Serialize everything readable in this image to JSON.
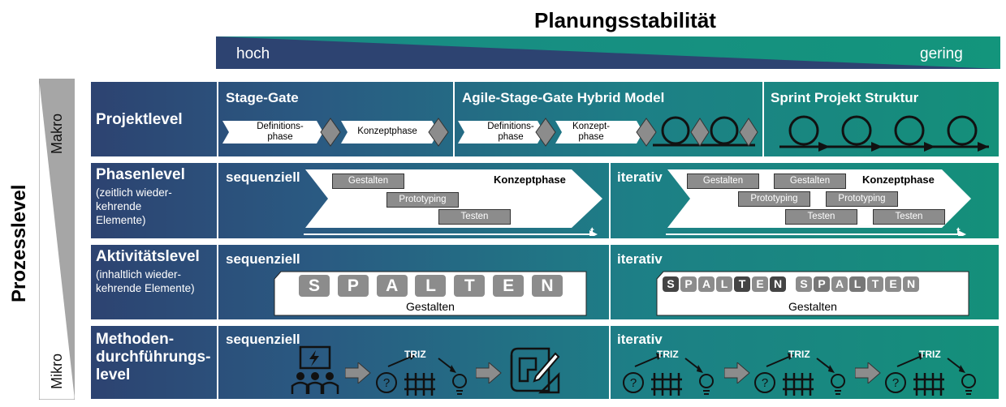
{
  "title": "Planungsstabilität",
  "stability": {
    "left": "hoch",
    "right": "gering"
  },
  "axis": {
    "process_label": "Prozesslevel",
    "top": "Makro",
    "bottom": "Mikro"
  },
  "rows": {
    "project": {
      "label": "Projektlevel",
      "cells": [
        {
          "title": "Stage-Gate",
          "phase1": "Definitions-\nphase",
          "phase2": "Konzeptphase"
        },
        {
          "title": "Agile-Stage-Gate Hybrid Model",
          "phase1": "Definitions-\nphase",
          "phase2": "Konzept-\nphase"
        },
        {
          "title": "Sprint Projekt Struktur"
        }
      ]
    },
    "phase": {
      "label": "Phasenlevel",
      "sub": "(zeitlich wieder-\nkehrende\nElemente)",
      "left": {
        "mode": "sequenziell",
        "phase": "Konzeptphase",
        "boxes": [
          "Gestalten",
          "Prototyping",
          "Testen"
        ],
        "axis": "t"
      },
      "right": {
        "mode": "iterativ",
        "phase": "Konzeptphase",
        "boxes": [
          "Gestalten",
          "Gestalten",
          "Prototyping",
          "Prototyping",
          "Testen",
          "Testen"
        ],
        "axis": "t"
      }
    },
    "activity": {
      "label": "Aktivitätslevel",
      "sub": "(inhaltlich wieder-\nkehrende Elemente)",
      "left": {
        "mode": "sequenziell",
        "letters": [
          "S",
          "P",
          "A",
          "L",
          "T",
          "E",
          "N"
        ],
        "caption": "Gestalten"
      },
      "right": {
        "mode": "iterativ",
        "letters": [
          "S",
          "P",
          "A",
          "L",
          "T",
          "E",
          "N"
        ],
        "caption": "Gestalten"
      }
    },
    "method": {
      "label": "Methoden-\ndurchführungs-\nlevel",
      "left": {
        "mode": "sequenziell",
        "triz": "TRIZ"
      },
      "right": {
        "mode": "iterativ",
        "triz": "TRIZ"
      }
    }
  },
  "icons": [
    "lightning-board-icon",
    "question-icon",
    "fence-icon",
    "lightbulb-icon",
    "blueprint-icon",
    "arrow-right-icon",
    "loop-icon",
    "gate-diamond-icon"
  ]
}
